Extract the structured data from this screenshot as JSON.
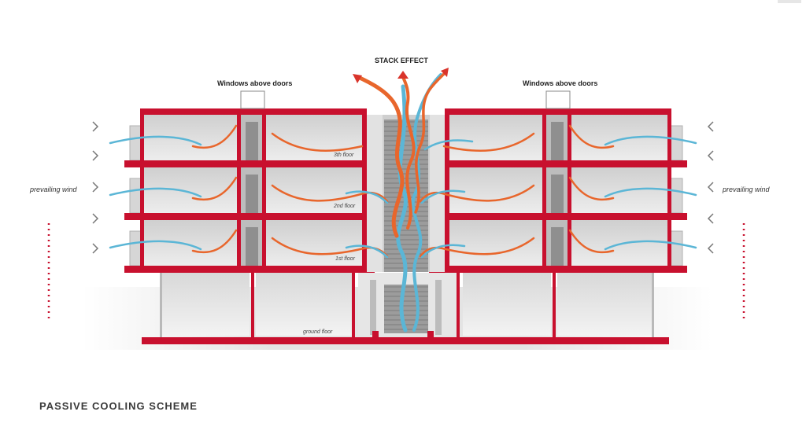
{
  "labels": {
    "stack_effect": "STACK EFFECT",
    "windows_left": "Windows above doors",
    "windows_right": "Windows above doors",
    "wind_left": "prevailing wind",
    "wind_right": "prevailing wind",
    "floor_3": "3th floor",
    "floor_2": "2nd floor",
    "floor_1": "1st floor",
    "floor_ground": "ground floor",
    "caption": "PASSIVE COOLING SCHEME"
  },
  "colors": {
    "structure_red": "#c8102e",
    "room_grey": "#dcdcdc",
    "cool_air": "#5bb6d6",
    "warm_air": "#e8662c",
    "stair_grey": "#9a9a9a"
  }
}
